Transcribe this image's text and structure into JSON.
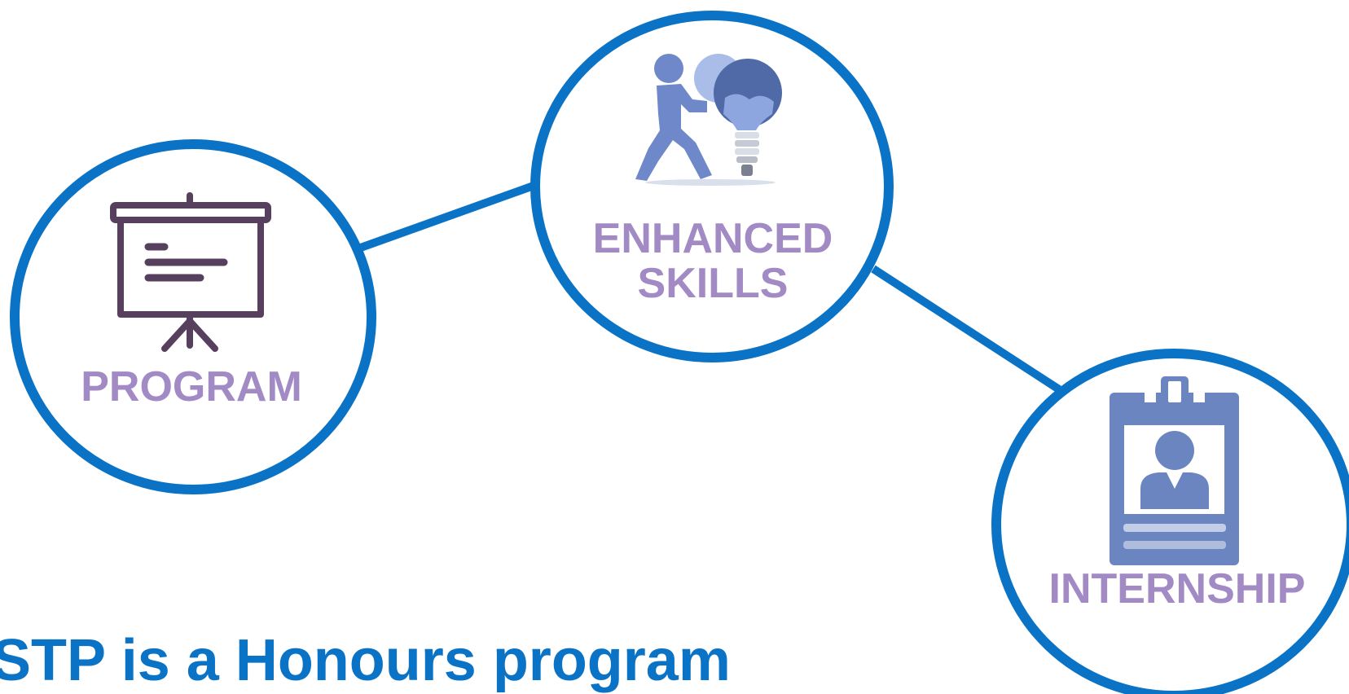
{
  "nodes": {
    "program": {
      "label": "PROGRAM",
      "icon": "presentation-board-icon"
    },
    "skills": {
      "label_line1": "ENHANCED",
      "label_line2": "SKILLS",
      "icon": "puzzle-lightbulb-person-icon"
    },
    "internship": {
      "label": "INTERNSHIP",
      "icon": "id-badge-icon"
    }
  },
  "footer": {
    "title": "STP is a Honours program"
  },
  "colors": {
    "circle_stroke": "#0a73c6",
    "label": "#a28ac4",
    "footer": "#0a73c6",
    "board_icon": "#56405d",
    "badge": "#6a85bf",
    "figure": "#6e88c9"
  }
}
